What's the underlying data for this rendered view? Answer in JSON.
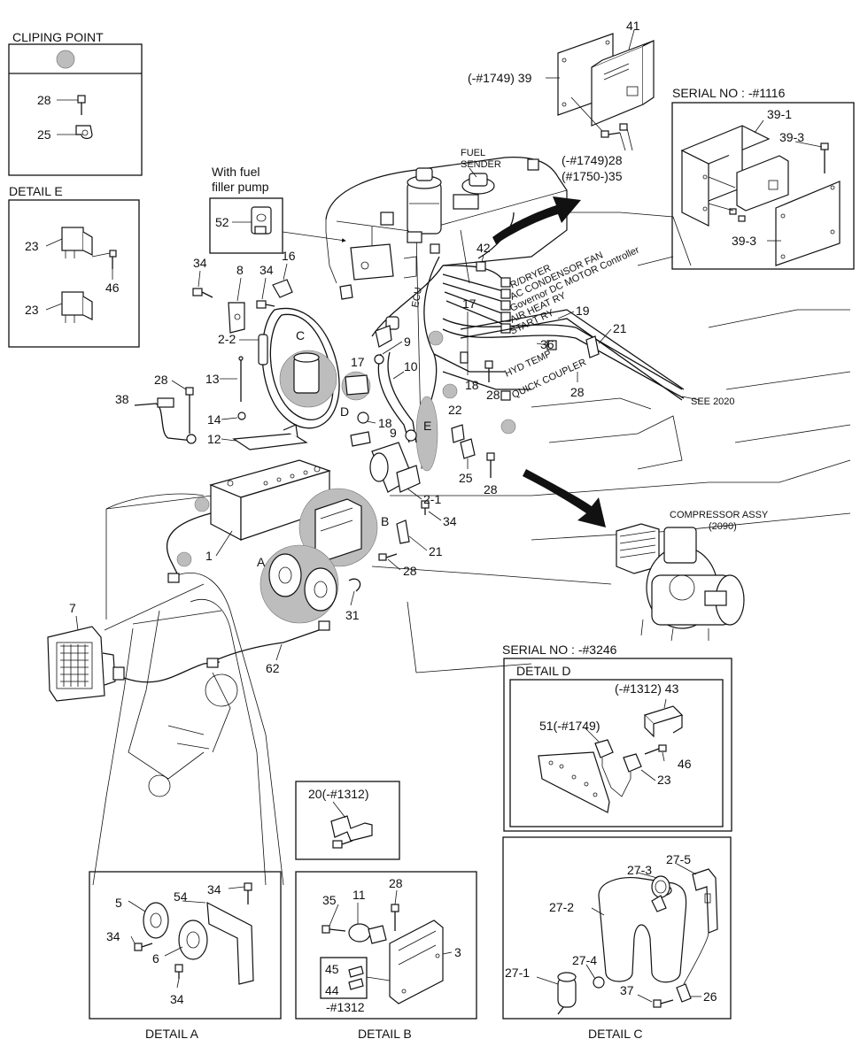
{
  "detail_titles": {
    "cliping_point": "CLIPING POINT",
    "detail_e": "DETAIL E",
    "detail_d": "DETAIL D",
    "detail_a": "DETAIL A",
    "detail_b": "DETAIL B",
    "detail_c": "DETAIL C"
  },
  "headings": {
    "with_fuel": "With fuel",
    "filler_pump": "filler pump",
    "fuel": "FUEL",
    "sender": "SENDER",
    "serial_1116": "SERIAL NO : -#1116",
    "serial_3246": "SERIAL NO : -#3246",
    "compressor": "COMPRESSOR ASSY",
    "compressor_ref": "(2090)",
    "see_2020": "SEE 2020",
    "ecu": "ECU"
  },
  "connector_labels": [
    "R/DRYER",
    "AC CONDENSOR FAN",
    "Governor DC MOTOR Controller",
    "AIR HEAT RY",
    "START RY",
    "HYD TEMP",
    "QUICK COUPLER"
  ],
  "detail_letters": {
    "a": "A",
    "b": "B",
    "c": "C",
    "d": "D",
    "e": "E"
  },
  "part_numbers": {
    "p28_clip": "28",
    "p25_clip": "25",
    "p23_e1": "23",
    "p23_e2": "23",
    "p46_e": "46",
    "p52": "52",
    "p39": "(-#1749) 39",
    "p41": "41",
    "p28_35": "(-#1749)28",
    "p35": "(#1750-)35",
    "p39_1": "39-1",
    "p39_3a": "39-3",
    "p39_3b": "39-3",
    "p34_a": "34",
    "p8": "8",
    "p34_b": "34",
    "p16": "16",
    "p42": "42",
    "p2_2": "2-2",
    "p17_a": "17",
    "p17_b": "17",
    "p9_a": "9",
    "p9_b": "9",
    "p10": "10",
    "p19": "19",
    "p21_a": "21",
    "p36": "36",
    "p18_a": "18",
    "p28_a": "28",
    "p28_b": "28",
    "p13": "13",
    "p28_c": "28",
    "p38": "38",
    "p14": "14",
    "p12": "12",
    "p18_b": "18",
    "p22": "22",
    "p25_main": "25",
    "p28_d": "28",
    "p2_1": "2-1",
    "p34_c": "34",
    "p21_b": "21",
    "p28_e": "28",
    "p1": "1",
    "p31": "31",
    "p7": "7",
    "p62": "62",
    "p43": "(-#1312) 43",
    "p51": "51(-#1749)",
    "p46_d": "46",
    "p23_d": "23",
    "p20": "20(-#1312)",
    "p5": "5",
    "p54": "54",
    "p34_d": "34",
    "p34_e": "34",
    "p6": "6",
    "p34_f": "34",
    "p35_b": "35",
    "p11": "11",
    "p28_f": "28",
    "p3": "3",
    "p45": "45",
    "p44": "44",
    "p1312": "-#1312",
    "p27_3": "27-3",
    "p27_5": "27-5",
    "p27_2": "27-2",
    "p27_4": "27-4",
    "p27_1": "27-1",
    "p37": "37",
    "p26": "26"
  }
}
